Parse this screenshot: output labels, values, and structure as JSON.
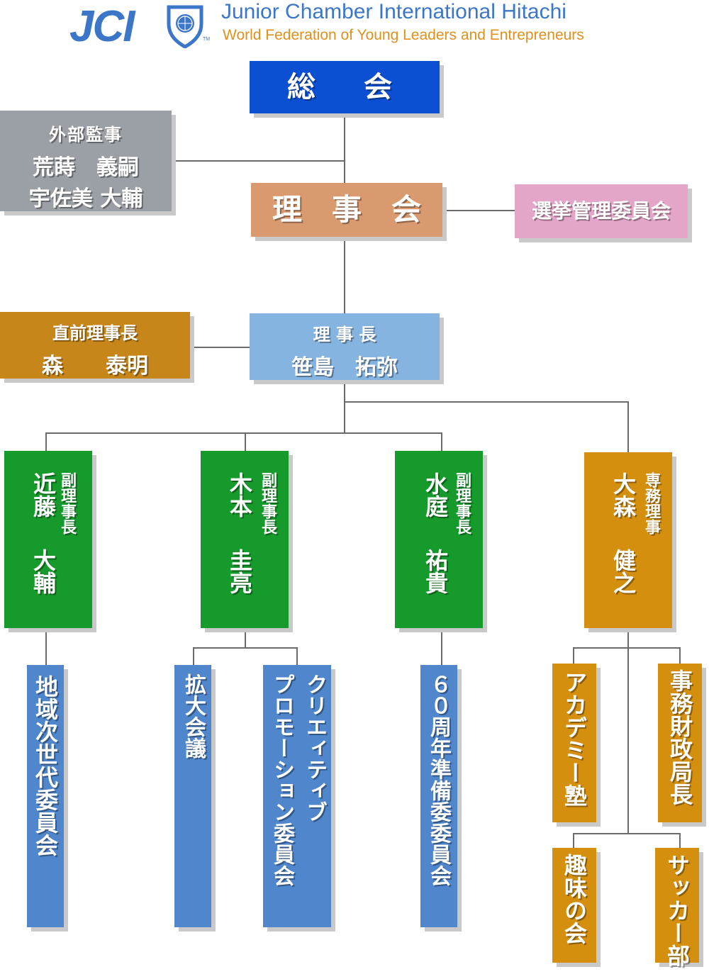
{
  "header": {
    "logo_text": "JCI",
    "tm": "TM",
    "org_name": "Junior Chamber International",
    "org_city": "Hitachi",
    "tagline": "World Federation of Young Leaders and Entrepreneurs"
  },
  "colors": {
    "general_assembly": "#0b4fd3",
    "auditor": "#9aa0a6",
    "board": "#d99a70",
    "election": "#e3a6c8",
    "past_president": "#c7861a",
    "president": "#86b4e0",
    "vice_president": "#169a2c",
    "executive_director": "#d58f0f",
    "committee_blue": "#4f86cc",
    "committee_orange": "#d58f0f",
    "line": "#6b6b6b"
  },
  "nodes": {
    "general_assembly": {
      "title": "総　会"
    },
    "auditor": {
      "title": "外部監事",
      "members": [
        "荒蒔　義嗣",
        "宇佐美 大輔"
      ]
    },
    "board": {
      "title": "理　事　会"
    },
    "election": {
      "title": "選挙管理委員会"
    },
    "past_president": {
      "title": "直前理事長",
      "name": "森　　泰明"
    },
    "president": {
      "title": "理 事 長",
      "name": "笹島　拓弥"
    },
    "vp1": {
      "role": "副理事長",
      "surname": "近藤",
      "given": "大輔"
    },
    "vp2": {
      "role": "副理事長",
      "surname": "木本",
      "given": "圭亮"
    },
    "vp3": {
      "role": "副理事長",
      "surname": "水庭",
      "given": "祐貴"
    },
    "exec": {
      "role": "専務理事",
      "surname": "大森",
      "given": "健之"
    }
  },
  "committees": {
    "c1": "地域次世代委員会",
    "c2": "拡大会議",
    "c3_line1": "クリエィティブ",
    "c3_line2": "プロモーション委員会",
    "c4": "６０周年準備委委員会",
    "c5": "アカデミー塾",
    "c6": "事務財政局長",
    "c7": "趣味の会",
    "c8": "サッカー部"
  }
}
